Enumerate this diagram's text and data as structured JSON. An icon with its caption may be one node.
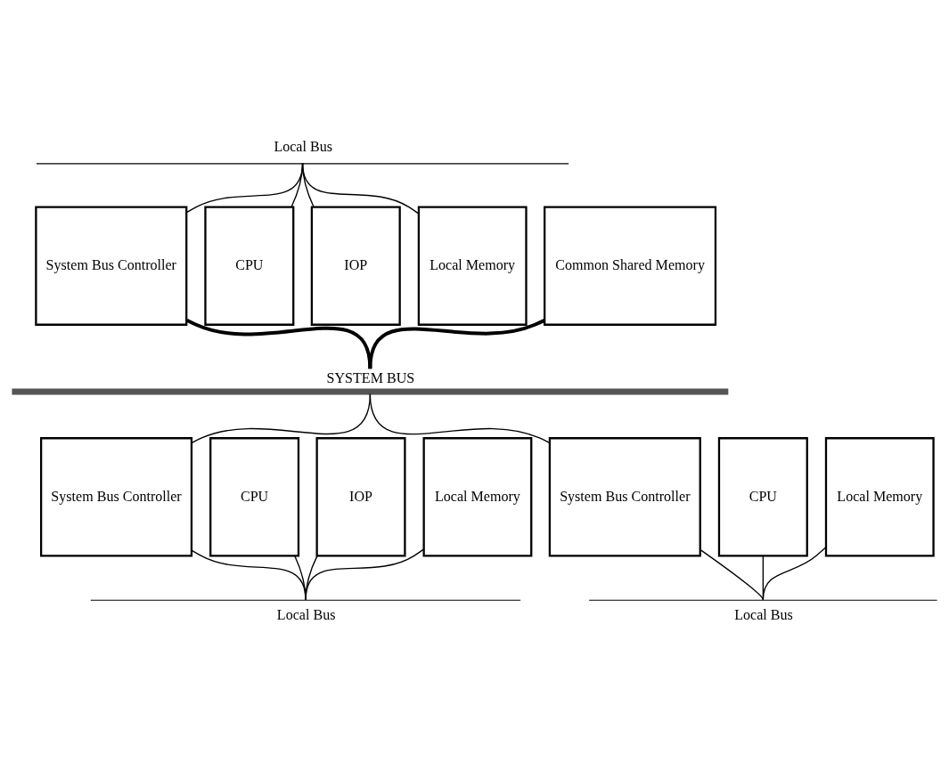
{
  "diagram": {
    "nodes": [
      {
        "text": [
          "Local Bus"
        ]
      },
      {
        "text": [
          "Common Shared Memory"
        ]
      },
      {
        "text": [
          "System Bus Controller"
        ]
      },
      {
        "text": [
          "CPU"
        ]
      },
      {
        "text": [
          "IOP"
        ]
      },
      {
        "text": [
          "Local Memory"
        ]
      },
      {
        "text": [
          "SYSTEM BUS"
        ]
      },
      {
        "text": [
          "System Bus Controller"
        ]
      },
      {
        "text": [
          "CPU"
        ]
      },
      {
        "text": [
          "IOP"
        ]
      },
      {
        "text": [
          "Local Memory"
        ]
      },
      {
        "text": [
          "System Bus Controller"
        ]
      },
      {
        "text": [
          "CPU"
        ]
      },
      {
        "text": [
          "Local Memory"
        ]
      },
      {
        "text": [
          "Local Bus"
        ]
      },
      {
        "text": [
          "Local Bus"
        ]
      }
    ],
    "edges": [
      {
        "from": 0,
        "to": 2,
        "arrow": "none"
      },
      {
        "from": 0,
        "to": 3,
        "arrow": "none"
      },
      {
        "from": 0,
        "to": 4,
        "arrow": "none"
      },
      {
        "from": 0,
        "to": 5,
        "arrow": "none"
      },
      {
        "from": 1,
        "to": 6,
        "arrow": "none",
        "style": "thick"
      },
      {
        "from": 2,
        "to": 6,
        "arrow": "none",
        "style": "thick"
      },
      {
        "from": 6,
        "to": 7,
        "arrow": "none"
      },
      {
        "from": 6,
        "to": 11,
        "arrow": "none"
      },
      {
        "from": 7,
        "to": 14,
        "arrow": "none"
      },
      {
        "from": 8,
        "to": 14,
        "arrow": "none"
      },
      {
        "from": 9,
        "to": 14,
        "arrow": "none"
      },
      {
        "from": 10,
        "to": 14,
        "arrow": "none"
      },
      {
        "from": 11,
        "to": 15,
        "arrow": "none"
      },
      {
        "from": 12,
        "to": 15,
        "arrow": "none"
      },
      {
        "from": 13,
        "to": 15,
        "arrow": "none"
      }
    ]
  }
}
